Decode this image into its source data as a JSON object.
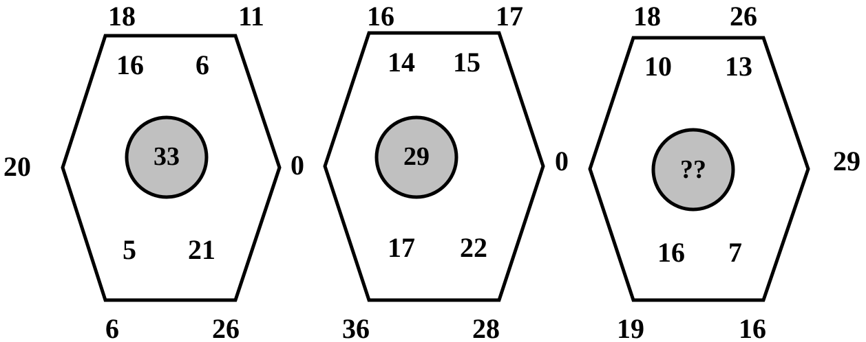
{
  "puzzle": {
    "panels": [
      {
        "outer": {
          "top_left": "18",
          "top_right": "11",
          "left": "20",
          "right": "0",
          "bottom_left": "6",
          "bottom_right": "26"
        },
        "inner": {
          "top_left": "16",
          "top_right": "6",
          "bottom_left": "5",
          "bottom_right": "21"
        },
        "center": "33"
      },
      {
        "outer": {
          "top_left": "16",
          "top_right": "17",
          "left": "",
          "right": "0",
          "bottom_left": "36",
          "bottom_right": "28"
        },
        "inner": {
          "top_left": "14",
          "top_right": "15",
          "bottom_left": "17",
          "bottom_right": "22"
        },
        "center": "29"
      },
      {
        "outer": {
          "top_left": "18",
          "top_right": "26",
          "left": "",
          "right": "29",
          "bottom_left": "19",
          "bottom_right": "16"
        },
        "inner": {
          "top_left": "10",
          "top_right": "13",
          "bottom_left": "16",
          "bottom_right": "7"
        },
        "center": "??"
      }
    ],
    "colors": {
      "circle_fill": "#c0c0c0",
      "stroke": "#000000"
    }
  }
}
